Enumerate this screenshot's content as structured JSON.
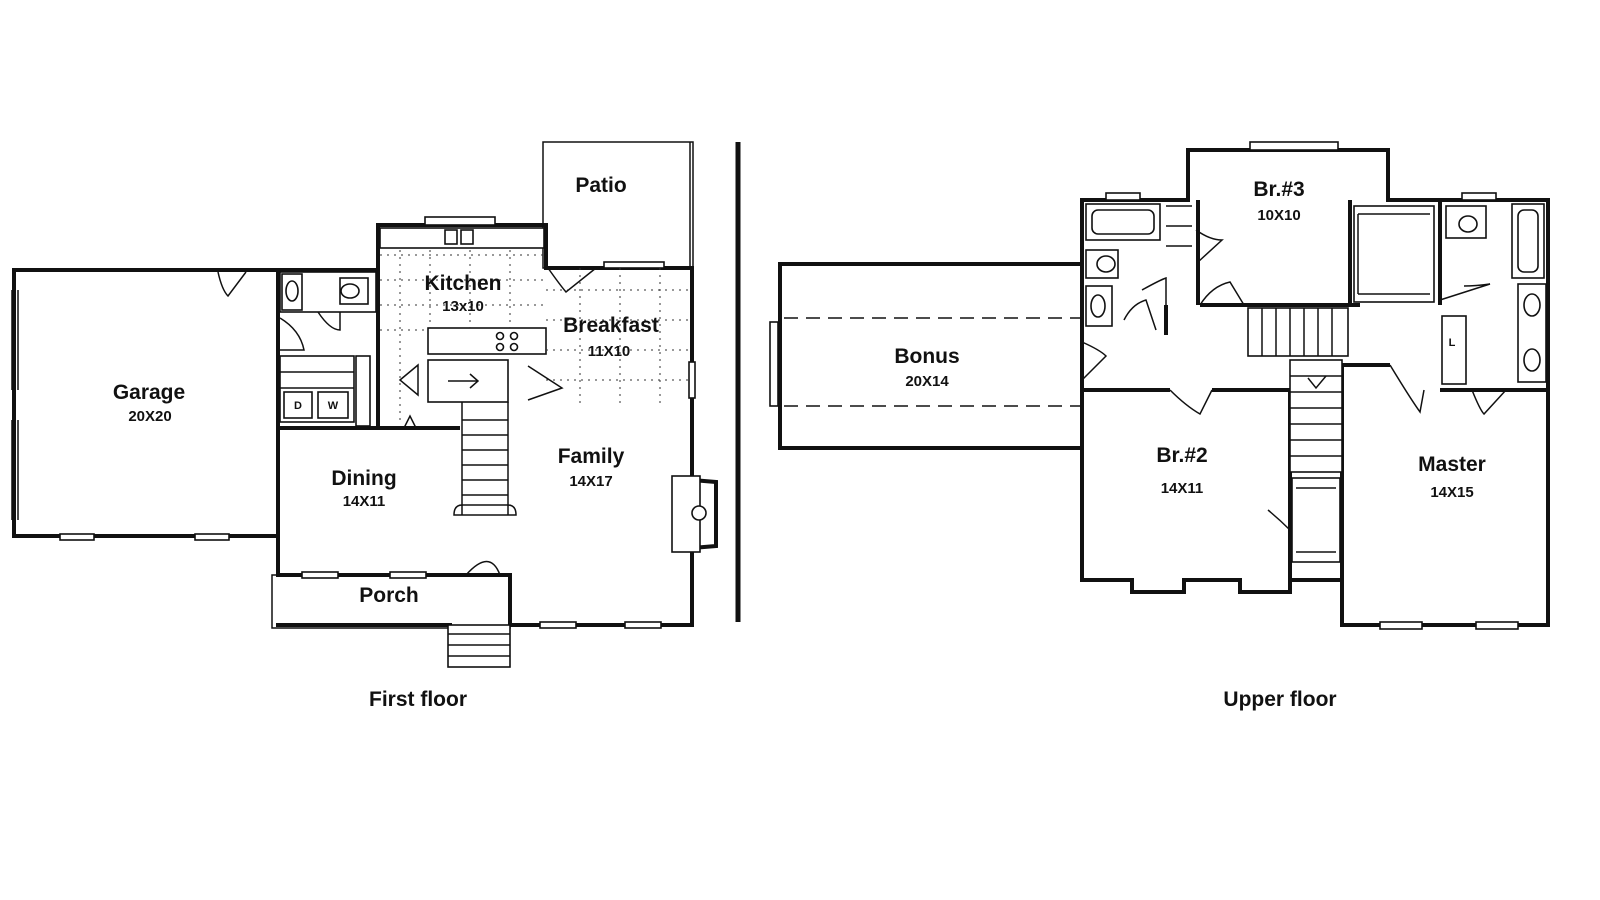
{
  "first_floor": {
    "caption": "First floor",
    "rooms": {
      "patio": {
        "name": "Patio",
        "size": ""
      },
      "kitchen": {
        "name": "Kitchen",
        "size": "13x10"
      },
      "breakfast": {
        "name": "Breakfast",
        "size": "11X10"
      },
      "garage": {
        "name": "Garage",
        "size": "20X20"
      },
      "dining": {
        "name": "Dining",
        "size": "14X11"
      },
      "family": {
        "name": "Family",
        "size": "14X17"
      },
      "porch": {
        "name": "Porch",
        "size": ""
      }
    },
    "laundry": {
      "dryer": "D",
      "washer": "W"
    }
  },
  "upper_floor": {
    "caption": "Upper floor",
    "rooms": {
      "br3": {
        "name": "Br.#3",
        "size": "10X10"
      },
      "bonus": {
        "name": "Bonus",
        "size": "20X14"
      },
      "br2": {
        "name": "Br.#2",
        "size": "14X11"
      },
      "master": {
        "name": "Master",
        "size": "14X15"
      }
    },
    "linen": "L"
  }
}
